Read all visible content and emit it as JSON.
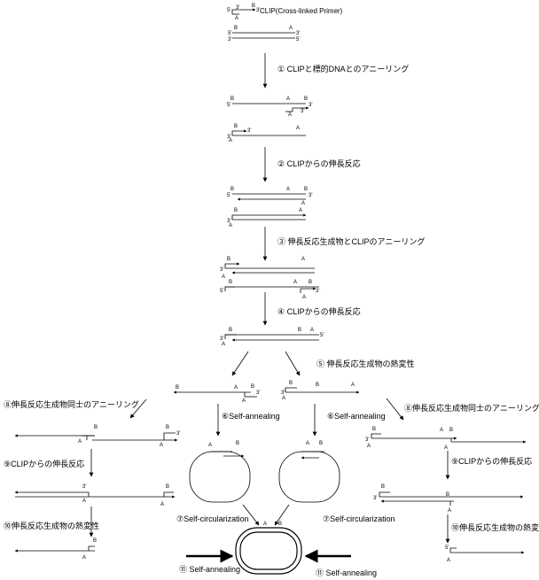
{
  "title": "CLIP(Cross-linked Primer)",
  "steps": {
    "s1": "① CLIPと標的DNAとのアニーリング",
    "s2": "② CLIPからの伸長反応",
    "s3": "③ 伸長反応生成物とCLIPのアニーリング",
    "s4": "④ CLIPからの伸長反応",
    "s5": "⑤ 伸長反応生成物の熱変性",
    "s6": "⑥Self-annealing",
    "s7": "⑦Self-circularization",
    "s8": "⑧伸長反応生成物同士のアニーリング",
    "s9": "⑨CLIPからの伸長反応",
    "s10": "⑩伸長反応生成物の熱変性",
    "s11": "⑪ Self-annealing"
  },
  "markers": {
    "a": "A",
    "b": "B",
    "five": "5'",
    "three": "3'"
  },
  "colors": {
    "ink": "#000000",
    "background": "#ffffff"
  }
}
